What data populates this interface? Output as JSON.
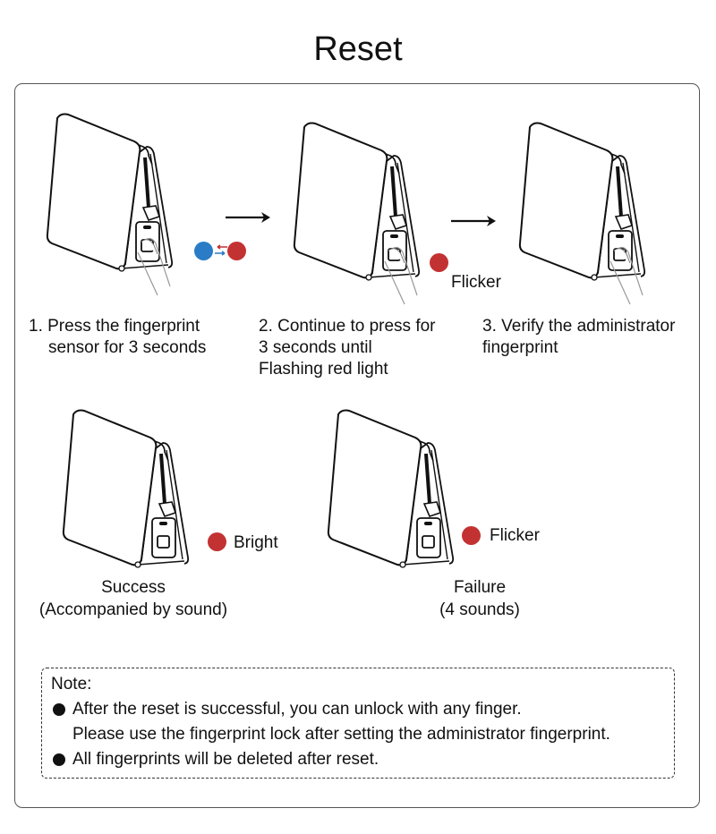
{
  "title": "Reset",
  "steps": [
    {
      "lines": [
        "1. Press the fingerprint",
        "sensor for 3 seconds"
      ],
      "indicator": {
        "colors": [
          "blue",
          "red"
        ],
        "label": ""
      }
    },
    {
      "lines": [
        "2. Continue to press for",
        "3 seconds until",
        "Flashing red light"
      ],
      "indicator": {
        "colors": [
          "red"
        ],
        "label": "Flicker"
      }
    },
    {
      "lines": [
        "3. Verify the administrator",
        "fingerprint"
      ],
      "indicator": {
        "colors": [],
        "label": ""
      }
    }
  ],
  "outcomes": [
    {
      "title": "Success",
      "subtitle": "(Accompanied by sound)",
      "indicator_label": "Bright",
      "indicator_color": "red"
    },
    {
      "title": "Failure",
      "subtitle": "(4 sounds)",
      "indicator_label": "Flicker",
      "indicator_color": "red"
    }
  ],
  "note": {
    "heading": "Note:",
    "items": [
      {
        "lines": [
          "After the reset is successful, you can unlock with any finger.",
          "Please use the fingerprint lock after setting the administrator fingerprint."
        ]
      },
      {
        "lines": [
          "All fingerprints will be deleted after reset."
        ]
      }
    ]
  },
  "colors": {
    "led_red": "#c33232",
    "led_blue": "#2a7cc7",
    "border": "#555555",
    "text": "#111111"
  }
}
